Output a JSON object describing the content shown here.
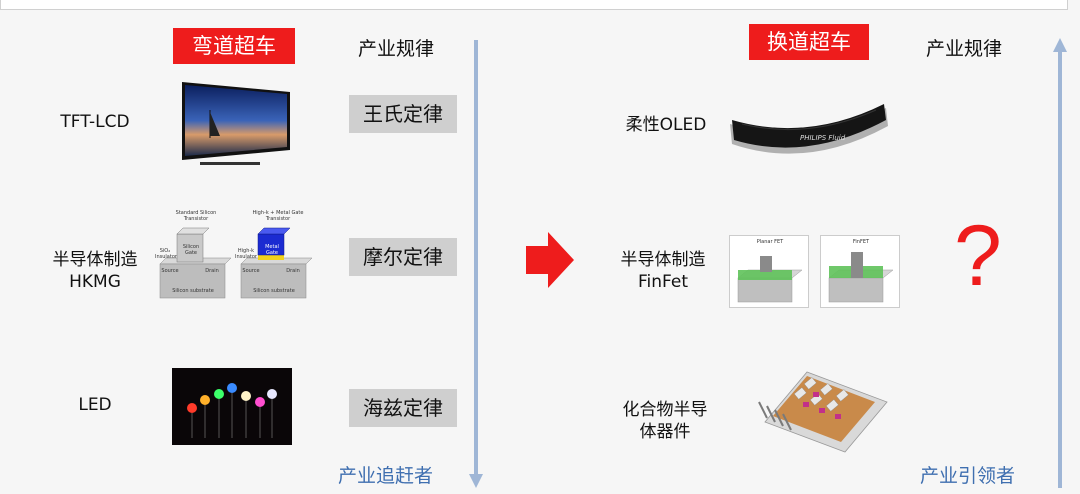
{
  "left": {
    "header_tag": "弯道超车",
    "law_header": "产业规律",
    "rows": [
      {
        "label": "TFT-LCD",
        "law": "王氏定律"
      },
      {
        "label_line1": "半导体制造",
        "label_line2": "HKMG",
        "law": "摩尔定律"
      },
      {
        "label": "LED",
        "law": "海兹定律"
      }
    ],
    "hkmg_captions": {
      "left_title": "Standard Silicon Transistor",
      "right_title": "High-k + Metal Gate Transistor",
      "sio2": "SiO₂ Insulator",
      "silicon_gate": "Silicon Gate",
      "highk": "High-k Insulator",
      "metal_gate": "Metal Gate",
      "source": "Source",
      "drain": "Drain",
      "substrate": "Silicon substrate"
    },
    "bottom_label": "产业追赶者"
  },
  "right": {
    "header_tag": "换道超车",
    "law_header": "产业规律",
    "rows": [
      {
        "label": "柔性OLED",
        "brand": "PHILIPS Fluid"
      },
      {
        "label_line1": "半导体制造",
        "label_line2": "FinFet",
        "fig_left": "Planar FET",
        "fig_right": "FinFET"
      },
      {
        "label_line1": "化合物半导",
        "label_line2": "体器件"
      }
    ],
    "question": "?",
    "bottom_label": "产业引领者"
  },
  "colors": {
    "red": "#ee1c1c",
    "gray": "#cfcfcf",
    "axis": "#9fb6d6",
    "text_blue": "#3f6fb0"
  }
}
